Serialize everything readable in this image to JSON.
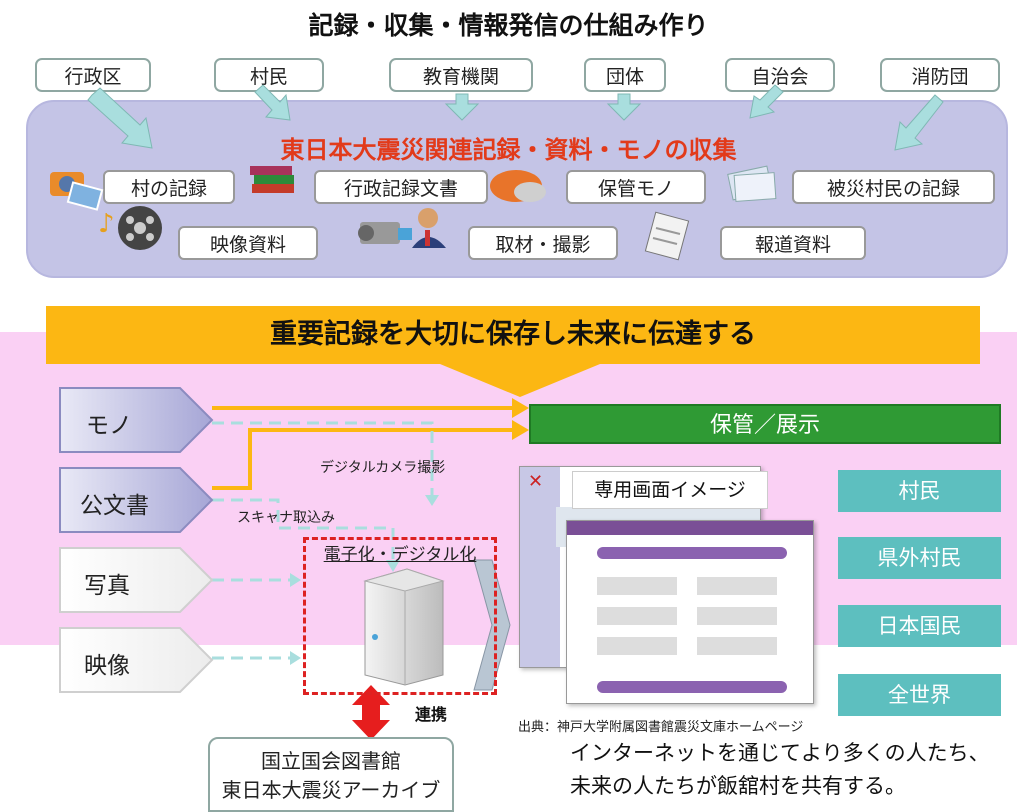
{
  "title": "記録・収集・情報発信の仕組み作り",
  "sources": [
    "行政区",
    "村民",
    "教育機関",
    "団体",
    "自治会",
    "消防団"
  ],
  "collection": {
    "title": "東日本大震災関連記録・資料・モノの収集",
    "row1": [
      "村の記録",
      "行政記録文書",
      "保管モノ",
      "被災村民の記録"
    ],
    "row2": [
      "映像資料",
      "取材・撮影",
      "報道資料"
    ]
  },
  "banner": "重要記録を大切に保存し未来に伝達する",
  "storage": "保管／展示",
  "media": [
    "モノ",
    "公文書",
    "写真",
    "映像"
  ],
  "labels": {
    "camera": "デジタルカメラ撮影",
    "scanner": "スキャナ取込み",
    "digitize": "電子化・デジタル化",
    "link": "連携"
  },
  "screen": {
    "caption": "専用画面イメージ",
    "citation": "出典：神戸大学附属図書館震災文庫ホームページ"
  },
  "audience": [
    "村民",
    "県外村民",
    "日本国民",
    "全世界"
  ],
  "library": [
    "国立国会図書館",
    "東日本大震災アーカイブ"
  ],
  "bottom_text": [
    "インターネットを通じてより多くの人たち、",
    "未来の人たちが飯舘村を共有する。"
  ],
  "colors": {
    "panel": "#c4c4e6",
    "pink": "#fad0f4",
    "banner": "#fcb713",
    "storage": "#2f9a34",
    "audience": "#5dbfbf",
    "red": "#e23a1a",
    "dashed": "#a9dede"
  }
}
